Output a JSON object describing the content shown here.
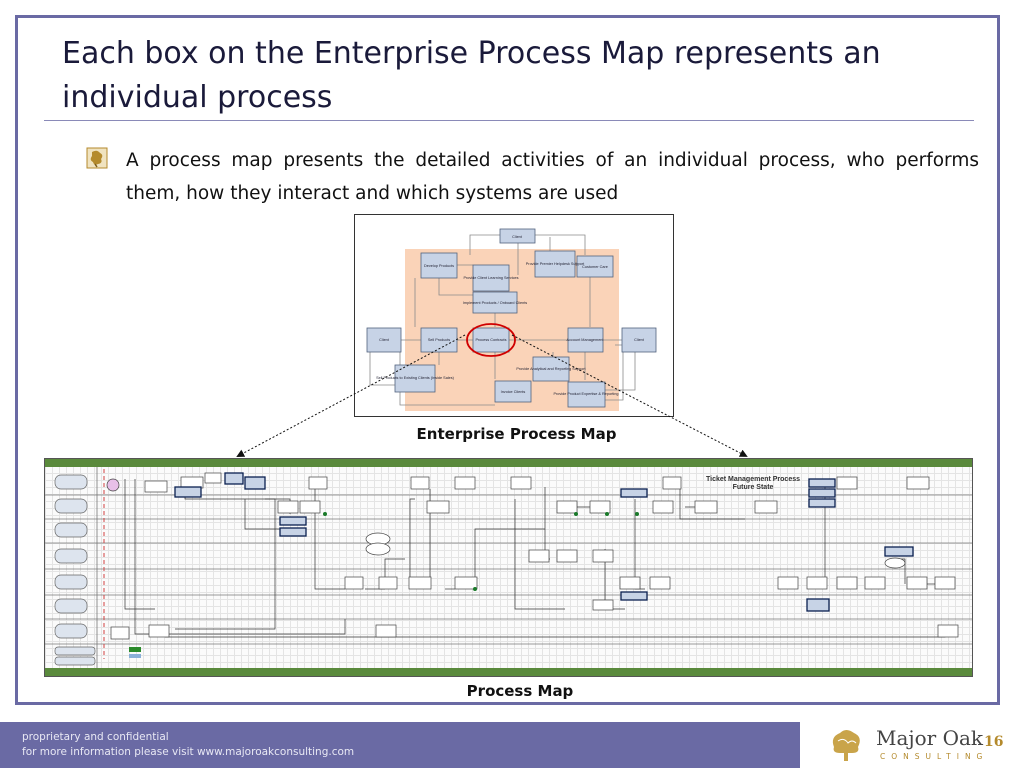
{
  "slide": {
    "title": "Each box on the Enterprise Process Map represents an individual process",
    "bullet": "A process map presents the detailed activities of an individual process, who performs them, how they interact and which systems are used"
  },
  "enterprise_map": {
    "caption": "Enterprise Process Map",
    "boxes": [
      {
        "id": "client-top",
        "label": "Client"
      },
      {
        "id": "develop",
        "label": "Develop Products"
      },
      {
        "id": "provide-client-learning",
        "label": "Provide Client Learning Services"
      },
      {
        "id": "provide-premier",
        "label": "Provide Premier Helpdesk Support"
      },
      {
        "id": "customer-care",
        "label": "Customer Care"
      },
      {
        "id": "implement",
        "label": "Implement Products / Onboard Clients"
      },
      {
        "id": "client-left",
        "label": "Client"
      },
      {
        "id": "sell-products",
        "label": "Sell Products"
      },
      {
        "id": "process-contracts",
        "label": "Process Contracts"
      },
      {
        "id": "account-mgmt",
        "label": "Account Management"
      },
      {
        "id": "client-right",
        "label": "Client"
      },
      {
        "id": "provide-analytical",
        "label": "Provide Analytical and Reporting Support"
      },
      {
        "id": "sell-existing",
        "label": "Sell Products to Existing Clients (Inside Sales)"
      },
      {
        "id": "invoice",
        "label": "Invoice Clients"
      },
      {
        "id": "provide-product",
        "label": "Provide Product Expertise & Reporting"
      }
    ]
  },
  "process_map": {
    "caption": "Process Map",
    "title_line1": "Ticket Management Process",
    "title_line2": "Future State"
  },
  "footer": {
    "line1": "proprietary and confidential",
    "line2": "for more information please visit www.majoroakconsulting.com",
    "logo_name": "Major Oak",
    "logo_sub": "CONSULTING",
    "page_number": "16"
  },
  "colors": {
    "frame": "#6a6aa4",
    "footer_bg": "#6a6aa4",
    "emap_bg": "#fad3b8",
    "emap_box": "#c7d3e6",
    "highlight": "#d00000",
    "pmap_band": "#5a8a3c",
    "brand_gold": "#b48a2c"
  }
}
